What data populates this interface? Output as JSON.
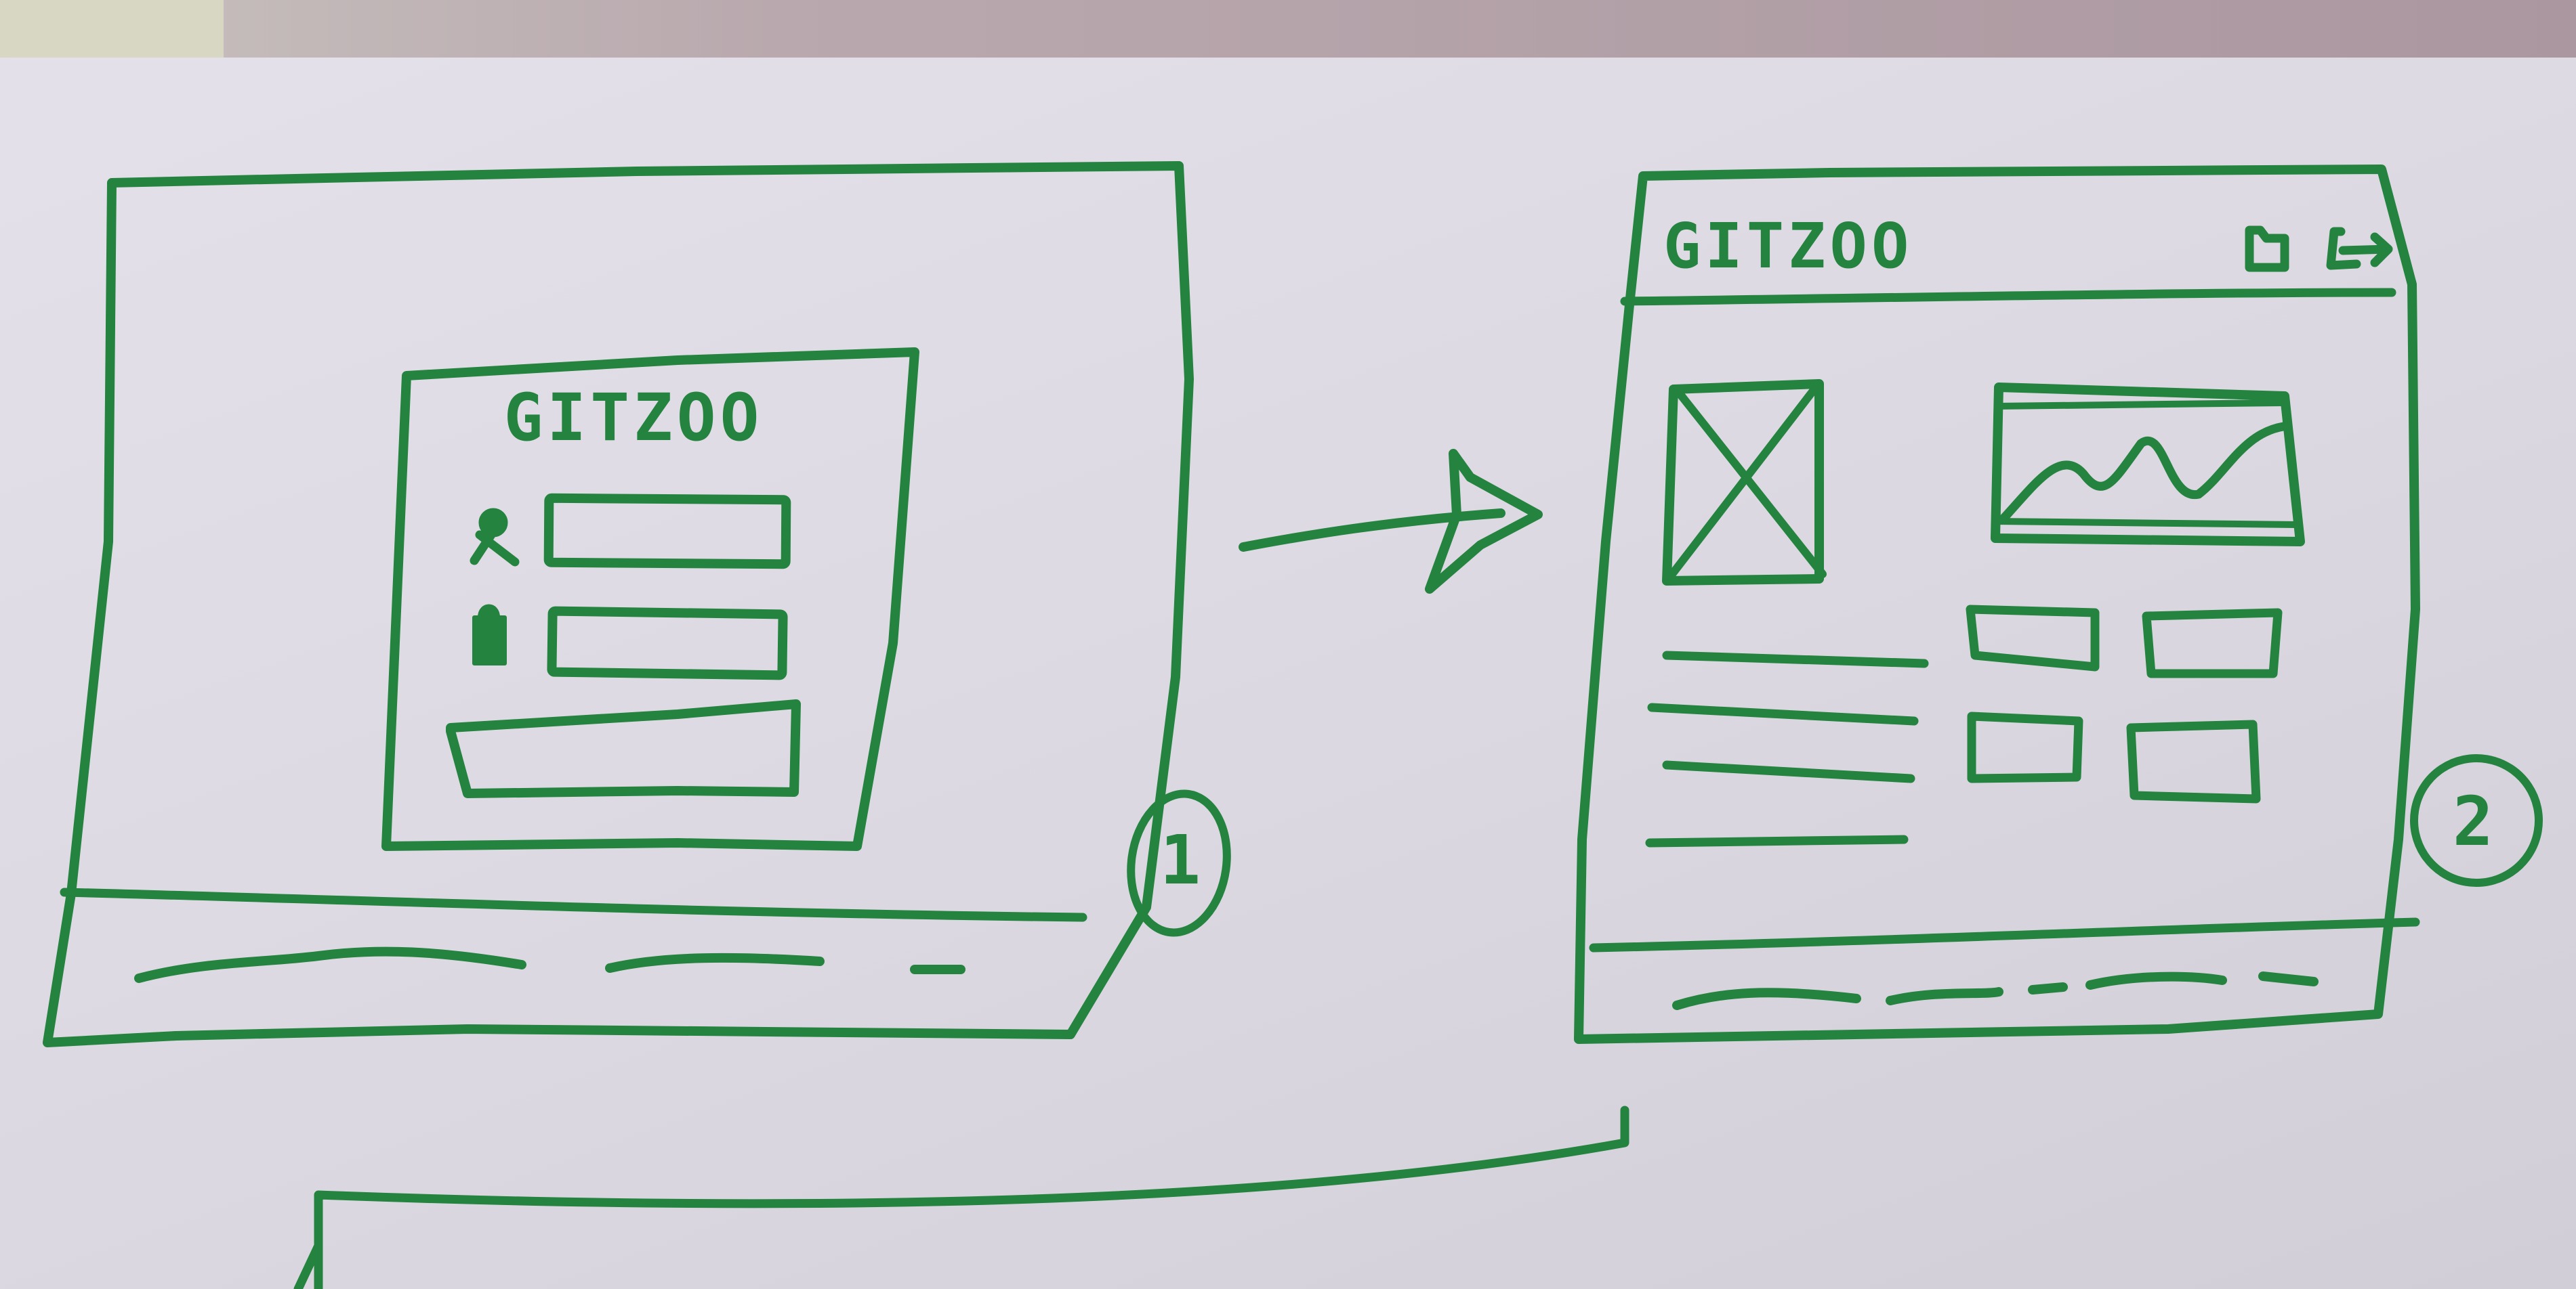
{
  "sketch": {
    "login_screen": {
      "logo": "GITZOO",
      "number": "1"
    },
    "dashboard_screen": {
      "logo": "GITZOO",
      "number": "2",
      "header_icons": [
        "folder-icon",
        "logout-icon"
      ]
    },
    "flow_arrow": "arrow-right-icon",
    "ink_color": "#24833e",
    "paper_color": "#dcd8e2"
  }
}
